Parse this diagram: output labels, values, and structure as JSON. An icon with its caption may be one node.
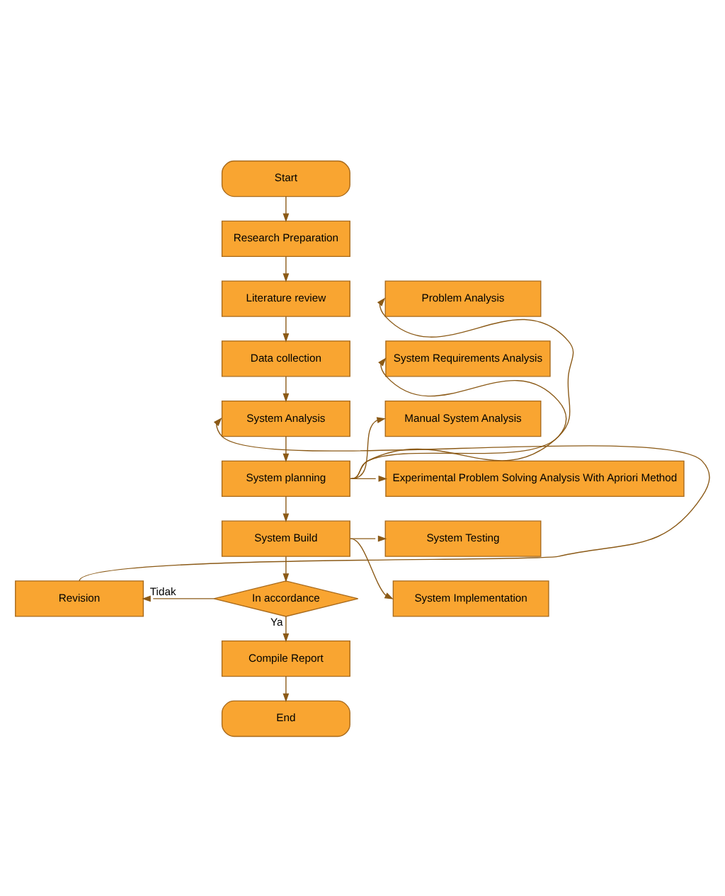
{
  "diagram": {
    "nodes": [
      {
        "text": [
          "Start"
        ]
      },
      {
        "text": [
          "Research Preparation"
        ]
      },
      {
        "text": [
          "Literature review"
        ]
      },
      {
        "text": [
          "Data collection"
        ]
      },
      {
        "text": [
          "System Analysis"
        ]
      },
      {
        "text": [
          "System planning"
        ]
      },
      {
        "text": [
          "Problem Analysis"
        ]
      },
      {
        "text": [
          "System Requirements Analysis"
        ]
      },
      {
        "text": [
          "Manual System Analysis"
        ]
      },
      {
        "text": [
          "Experimental Problem Solving Analysis With Apriori Method"
        ]
      },
      {
        "text": [
          "System Build"
        ]
      },
      {
        "text": [
          "System Testing"
        ]
      },
      {
        "text": [
          "System Implementation"
        ]
      },
      {
        "text": [
          "In accordance"
        ]
      },
      {
        "text": [
          "Revision"
        ]
      },
      {
        "text": [
          "Compile Report"
        ]
      },
      {
        "text": [
          "End"
        ]
      }
    ],
    "edges": [
      {
        "from": 0,
        "to": 1,
        "arrow": "to"
      },
      {
        "from": 1,
        "to": 2,
        "arrow": "to"
      },
      {
        "from": 2,
        "to": 3,
        "arrow": "to"
      },
      {
        "from": 3,
        "to": 4,
        "arrow": "to"
      },
      {
        "from": 4,
        "to": 5,
        "arrow": "to"
      },
      {
        "from": 5,
        "to": 6,
        "arrow": "to"
      },
      {
        "from": 5,
        "to": 7,
        "arrow": "to"
      },
      {
        "from": 5,
        "to": 8,
        "arrow": "to"
      },
      {
        "from": 5,
        "to": 9,
        "arrow": "to"
      },
      {
        "from": 5,
        "to": 10,
        "arrow": "to"
      },
      {
        "from": 10,
        "to": 11,
        "arrow": "to"
      },
      {
        "from": 10,
        "to": 12,
        "arrow": "to"
      },
      {
        "from": 10,
        "to": 13,
        "arrow": "to"
      },
      {
        "from": 13,
        "to": 14,
        "arrow": "to",
        "label": "Tidak"
      },
      {
        "from": 14,
        "to": 4,
        "arrow": "to"
      },
      {
        "from": 13,
        "to": 15,
        "arrow": "to",
        "label": "Ya"
      },
      {
        "from": 15,
        "to": 16,
        "arrow": "to"
      }
    ]
  }
}
